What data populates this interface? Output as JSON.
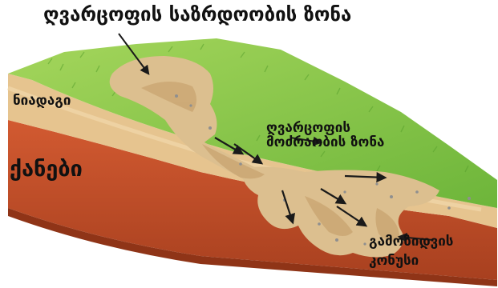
{
  "labels": {
    "source_zone": "ღვარცოფის საზრდოობის ზონა",
    "soil": "ნიადაგი",
    "rocks": "ქანები",
    "movement_zone_line1": "ღვარცოფის",
    "movement_zone_line2": "მოძრაობის ზონა",
    "fan_line1": "გამოზიდვის",
    "fan_line2": "კონუსი"
  },
  "colors": {
    "grass": "#7cc242",
    "grass_light": "#a5d65c",
    "soil": "#e6c48f",
    "rock": "#c7502b",
    "rock_dark": "#9e3a1b",
    "mudflow": "#dcbf8f",
    "mudflow_shade": "#c7a26e",
    "arrow": "#1a1a1a"
  }
}
